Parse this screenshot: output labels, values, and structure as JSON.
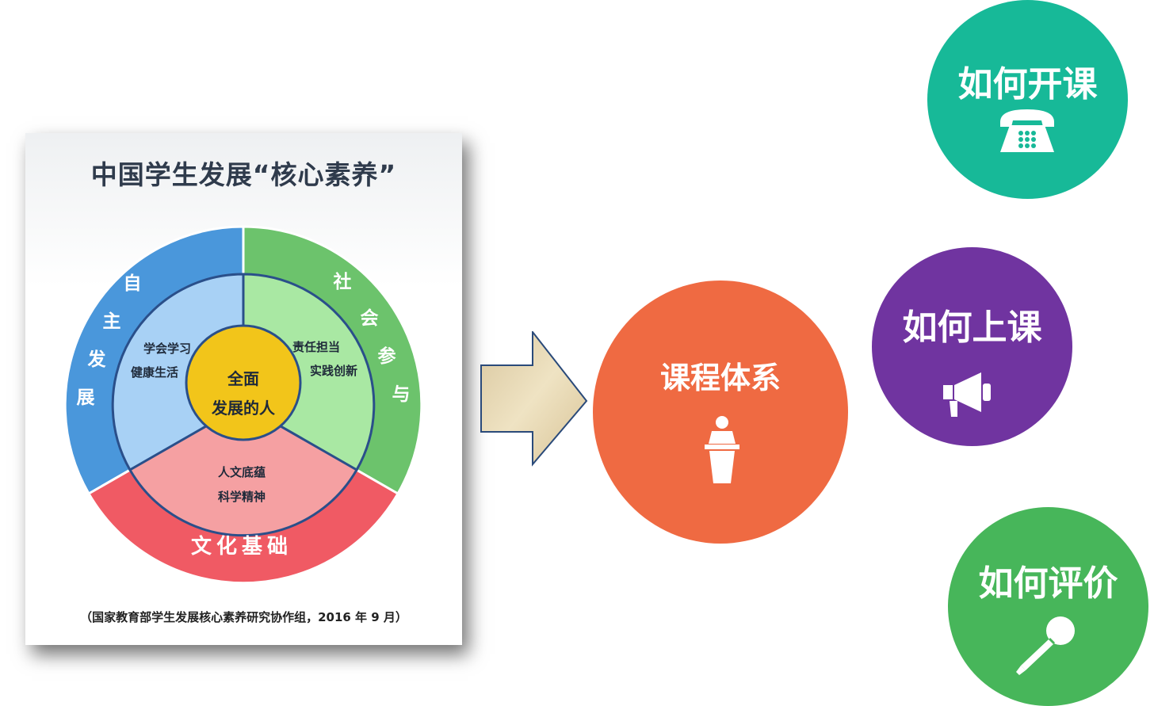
{
  "poster": {
    "title": "中国学生发展“核心素养”",
    "source_note": "（国家教育部学生发展核心素养研究协作组，2016 年 9 月）",
    "center": [
      "全面",
      "发展的人"
    ],
    "outer_sectors": [
      {
        "label": [
          "自",
          "主",
          "发",
          "展"
        ],
        "color": "#4a97db"
      },
      {
        "label": [
          "社",
          "会",
          "参",
          "与"
        ],
        "color": "#6cc36c"
      },
      {
        "label": "文化基础",
        "color": "#f05a64"
      }
    ],
    "inner_sectors": [
      {
        "lines": [
          "学会学习",
          "健康生活"
        ],
        "color": "#a8d1f5"
      },
      {
        "lines": [
          "责任担当",
          "实践创新"
        ],
        "color": "#a9e8a3"
      },
      {
        "lines": [
          "人文底蕴",
          "科学精神"
        ],
        "color": "#f5a0a2"
      }
    ]
  },
  "main_node": {
    "label": "课程体系",
    "icon": "podium-speaker-icon",
    "color": "#ef6a42"
  },
  "branches": [
    {
      "label": "如何开课",
      "icon": "telephone-icon",
      "color": "#17b998"
    },
    {
      "label": "如何上课",
      "icon": "megaphone-icon",
      "color": "#7034a0"
    },
    {
      "label": "如何评价",
      "icon": "microphone-icon",
      "color": "#47b65a"
    }
  ]
}
